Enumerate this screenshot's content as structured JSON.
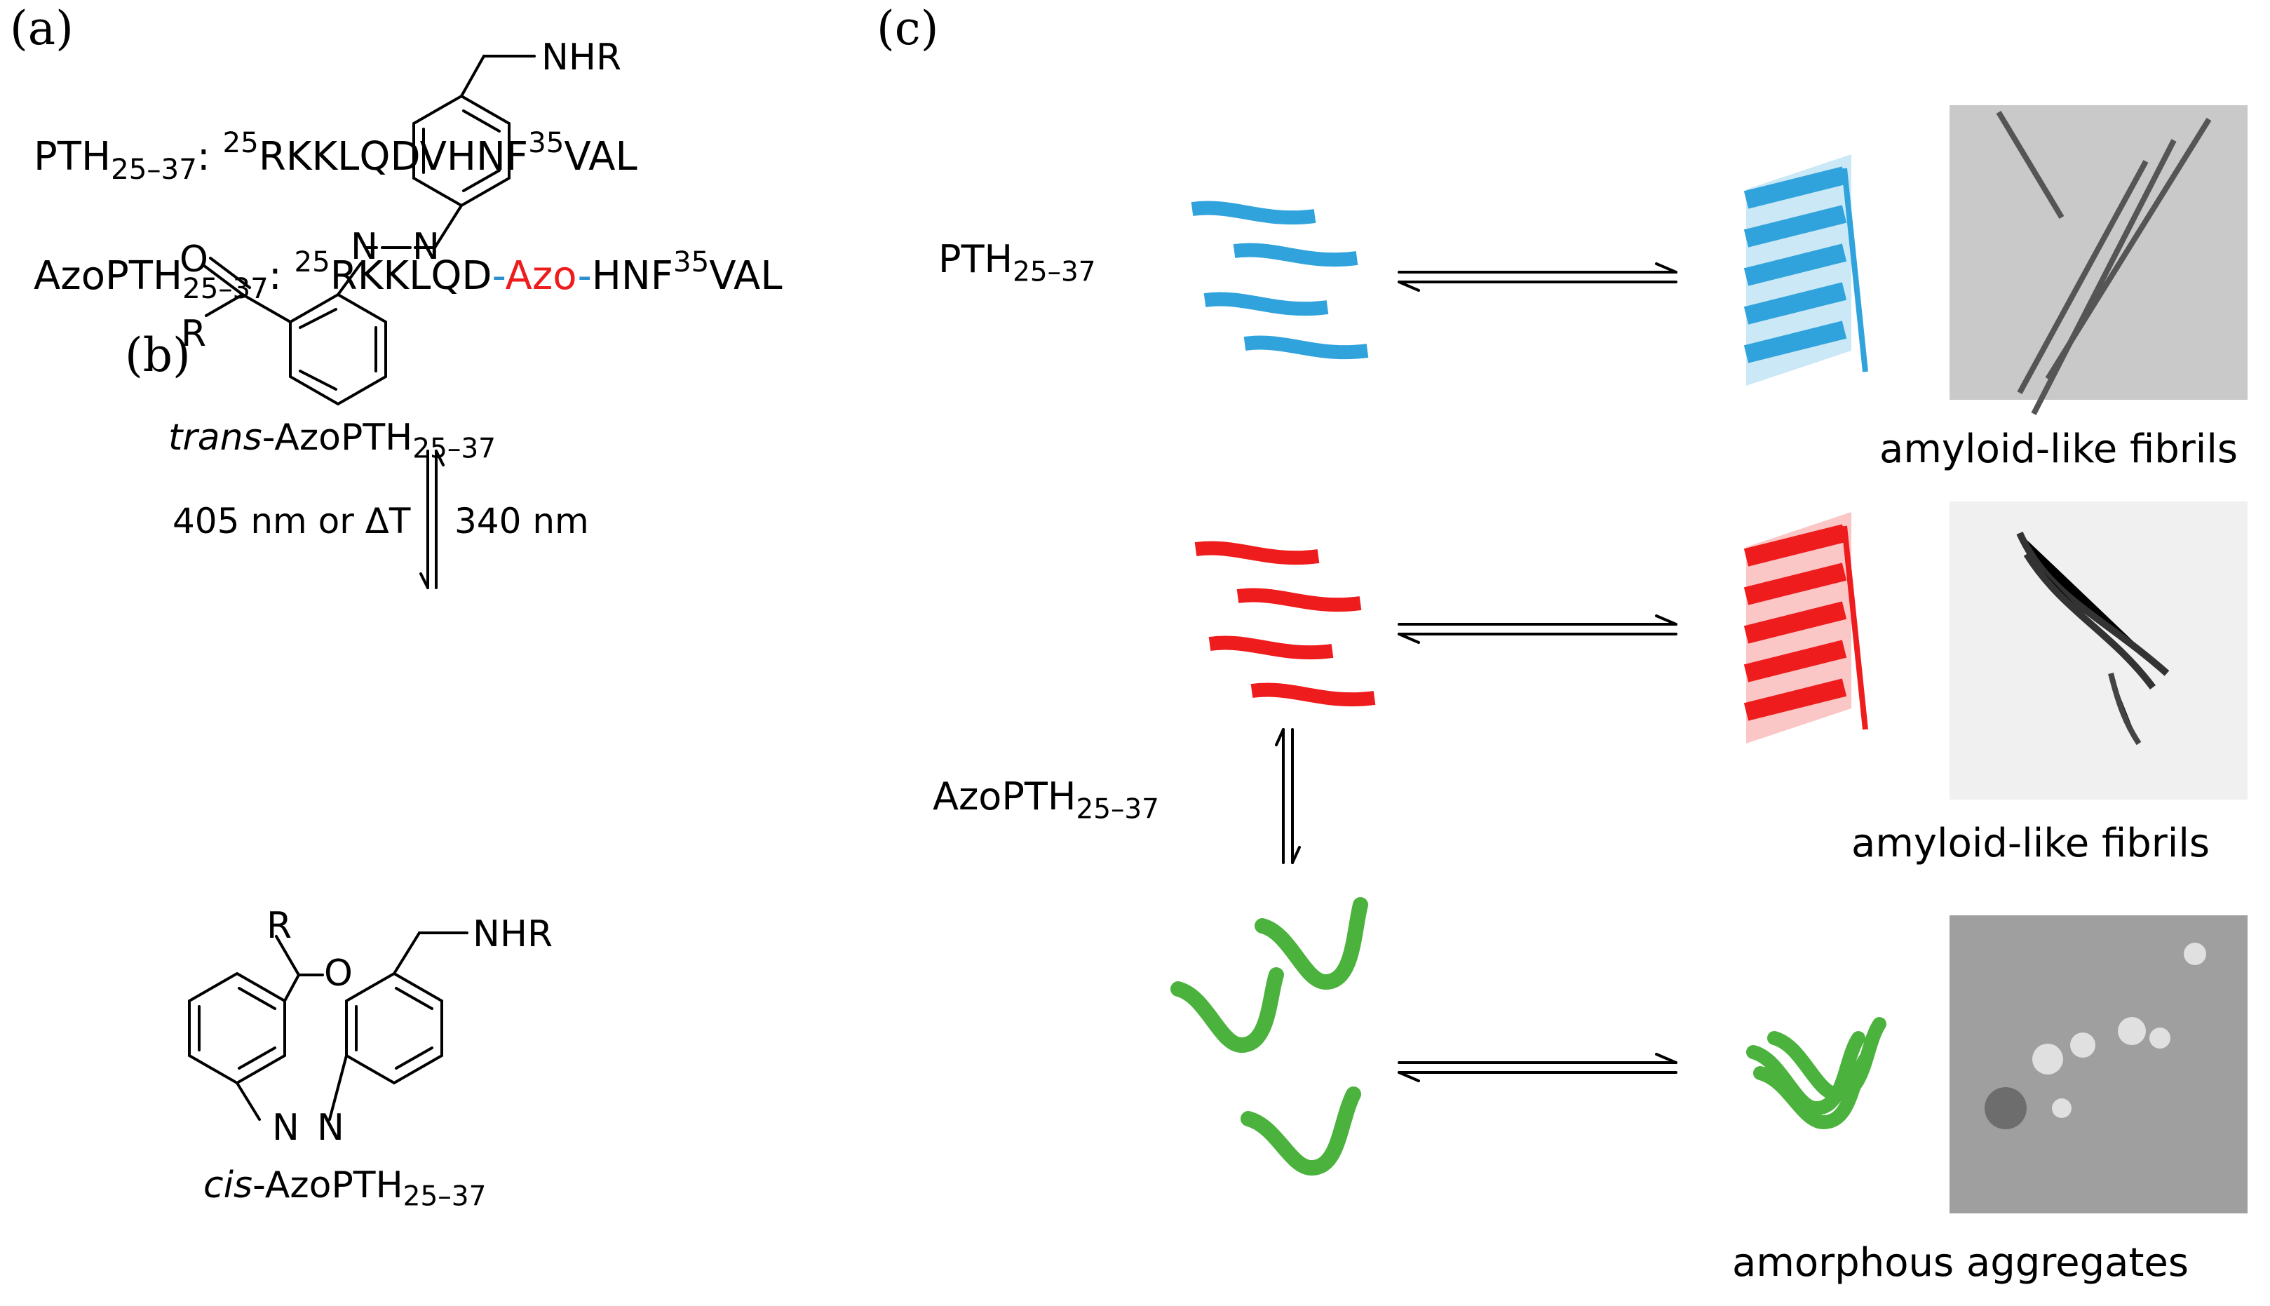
{
  "panels": {
    "a": "(a)",
    "b": "(b)",
    "c": "(c)"
  },
  "sequences": {
    "pth": {
      "name": "PTH",
      "sub": "25–37",
      "colon": ":",
      "sup1": "25",
      "part1": "RKKLQDVHNF",
      "sup2": "35",
      "part2": "VAL"
    },
    "azopth": {
      "name": "AzoPTH",
      "sub": "25–37",
      "colon": ":",
      "sup1": "25",
      "part1": "RKKLQD",
      "dash": "-",
      "azo": "Azo",
      "part3": "HNF",
      "sup2": "35",
      "part4": "VAL"
    }
  },
  "chemistry": {
    "trans_prefix": "trans",
    "trans_name": "-AzoPTH",
    "trans_sub": "25–37",
    "cis_prefix": "cis",
    "cis_name": "-AzoPTH",
    "cis_sub": "25–37",
    "condition_left": "405 nm or ΔT",
    "condition_right": "340 nm",
    "atoms": {
      "nhr": "NHR",
      "o": "O",
      "r": "R",
      "n": "N"
    }
  },
  "scheme": {
    "pth_label": "PTH",
    "pth_sub": "25–37",
    "azopth_label": "AzoPTH",
    "azopth_sub": "25–37",
    "captions": [
      "amyloid-like fibrils",
      "amyloid-like fibrils",
      "amorphous aggregates"
    ]
  },
  "colors": {
    "pth": "#31a3dc",
    "azo_trans": "#ee1c1c",
    "azo_cis": "#4bb33d",
    "azo_text": "#ee1c1c",
    "dash_text": "#2d8fd0"
  }
}
